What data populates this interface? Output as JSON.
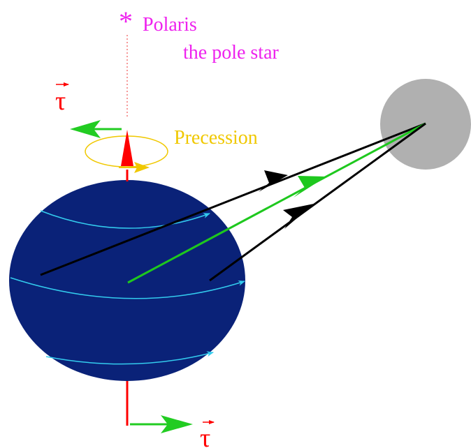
{
  "labels": {
    "star_symbol": "*",
    "star_name": "Polaris",
    "star_desc": "the pole star",
    "precession": "Precession",
    "torque_symbol": "τ"
  },
  "colors": {
    "background": "#ffffff",
    "earth": "#0a2278",
    "latitude_lines": "#33ccee",
    "moon": "#b0b0b0",
    "force_arrows": "#000000",
    "net_force_arrow": "#1ec81e",
    "magenta_text": "#ee22ee",
    "precession": "#f0c800",
    "torque": "#ff0000",
    "torque_vector": "#22cc22",
    "spin_axis_vector": "#ff0000"
  },
  "icons": {
    "torque_vector_top": "green-left-arrow",
    "torque_vector_bottom": "green-right-arrow",
    "spin_axis": "red-up-arrow",
    "star": "asterisk"
  }
}
